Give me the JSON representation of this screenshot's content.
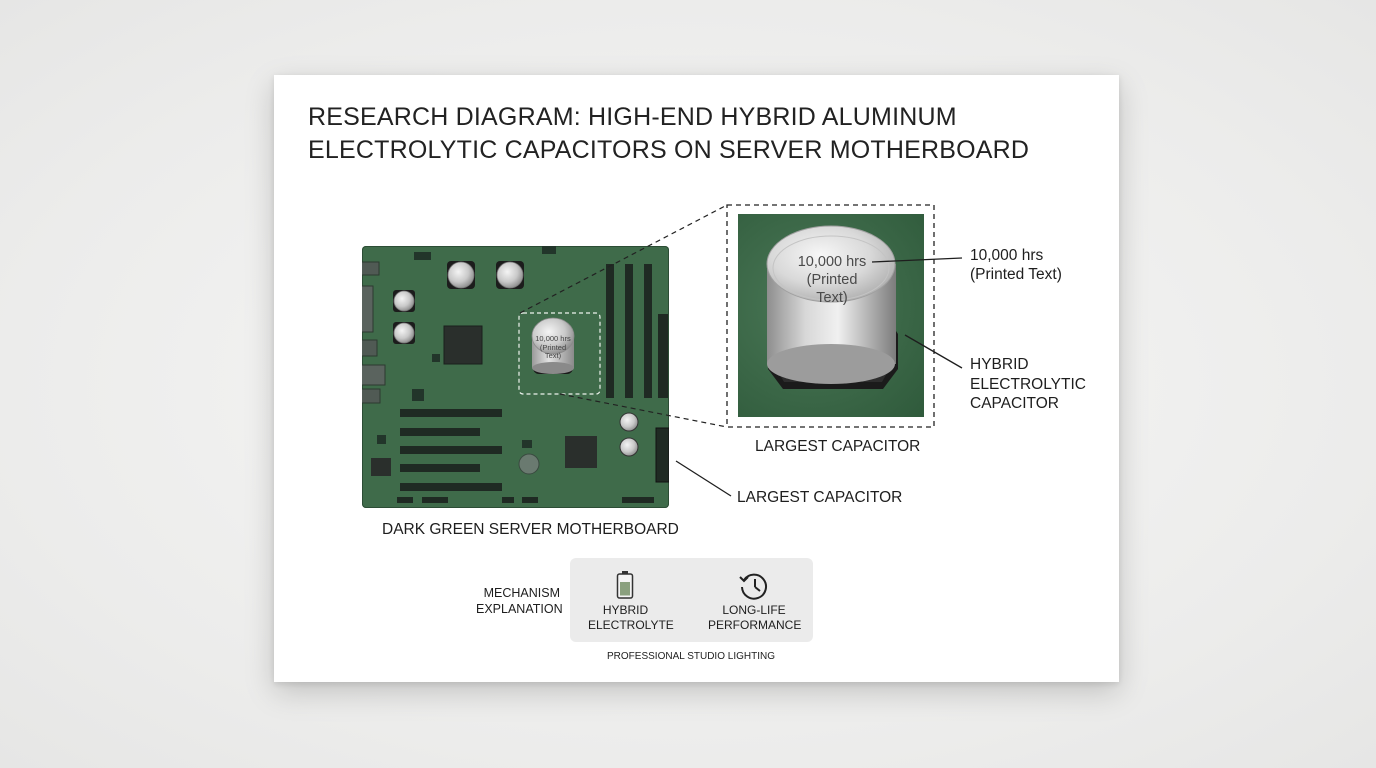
{
  "title": {
    "line1": "RESEARCH DIAGRAM: HIGH-END HYBRID ALUMINUM",
    "line2": "ELECTROLYTIC CAPACITORS ON SERVER MOTHERBOARD"
  },
  "board": {
    "caption": "DARK GREEN SERVER MOTHERBOARD",
    "largest_capacitor_label": "LARGEST CAPACITOR",
    "small_cap_text_line1": "10,000 hrs",
    "small_cap_text_line2": "(Printed",
    "small_cap_text_line3": "Text)"
  },
  "zoom": {
    "caption": "LARGEST CAPACITOR",
    "cap_text_line1": "10,000 hrs",
    "cap_text_line2": "(Printed",
    "cap_text_line3": "Text)",
    "callout_printed_line1": "10,000 hrs",
    "callout_printed_line2": "(Printed Text)",
    "callout_hybrid_line1": "HYBRID",
    "callout_hybrid_line2": "ELECTROLYTIC",
    "callout_hybrid_line3": "CAPACITOR"
  },
  "mechanism": {
    "label_line1": "MECHANISM",
    "label_line2": "EXPLANATION",
    "step1_line1": "HYBRID",
    "step1_line2": "ELECTROLYTE",
    "step2_line1": "LONG-LIFE",
    "step2_line2": "PERFORMANCE",
    "footer": "PROFESSIONAL STUDIO LIGHTING"
  },
  "colors": {
    "pcb_green": "#3f6b4a",
    "card_background": "#ffffff",
    "text": "#1e1e1e"
  },
  "icons": {
    "step1": "battery-icon",
    "arrow": "arrow-right-icon",
    "step2": "clock-history-icon"
  }
}
